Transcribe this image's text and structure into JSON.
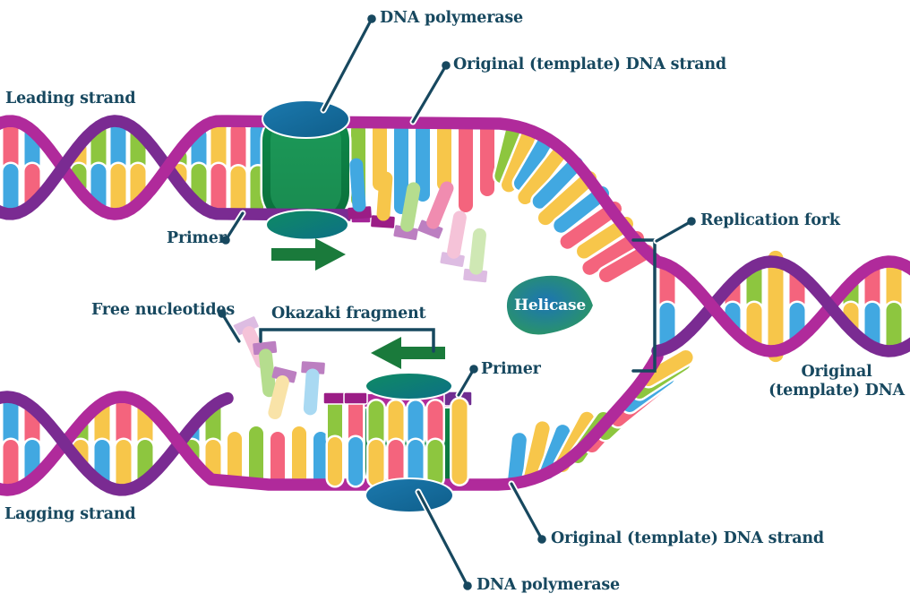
{
  "diagram": {
    "labels": {
      "dna_polymerase_top": "DNA polymerase",
      "original_template_strand_top": "Original (template) DNA strand",
      "leading_strand": "Leading strand",
      "primer_top": "Primer",
      "free_nucleotides": "Free nucleotides",
      "okazaki_fragment": "Okazaki fragment",
      "helicase": "Helicase",
      "replication_fork": "Replication fork",
      "original_template_dna": "Original\n(template) DNA",
      "lagging_strand": "Lagging strand",
      "primer_bottom": "Primer",
      "original_template_strand_bottom": "Original (template) DNA strand",
      "dna_polymerase_bottom": "DNA polymerase"
    }
  },
  "palette": {
    "label_color": "#17485f",
    "strand_magenta": "#b02a9b",
    "strand_purple": "#7a2b92",
    "primer_purple": "#6f2d91",
    "primer_end_magenta": "#a42597",
    "base_pink": "#f4647d",
    "base_blue": "#41a8e1",
    "base_yellow": "#f7c64a",
    "base_green": "#8dc63f",
    "nuc_light_green": "#b5dd8e",
    "nuc_pale_green": "#cfe8b4",
    "nuc_light_pink": "#f08cb0",
    "nuc_pale_pink": "#f5c3d8",
    "nuc_pale_yellow": "#f9e3a8",
    "nuc_light_blue": "#a9d9f2",
    "cap_dark_magenta": "#9b1d86",
    "cap_plum": "#bc7fc1",
    "cap_pale_plum": "#ddbce2",
    "polymerase_green_dark": "#0a6e3a",
    "polymerase_green": "#0d8c4b",
    "polymerase_green_light": "#2aa866",
    "polymerase_cap_blue": "#1b79ae",
    "polymerase_cap_teal": "#0f8b63",
    "helicase_blue": "#1c74b4",
    "helicase_green": "#2d9b57",
    "arrow_green": "#1a7a3b"
  }
}
